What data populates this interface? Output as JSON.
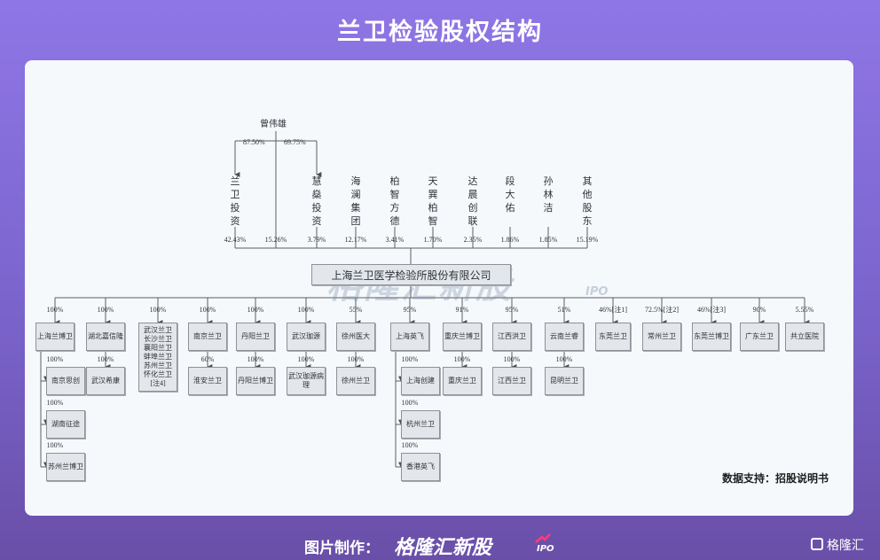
{
  "title": "兰卫检验股权结构",
  "source": "数据支持：招股说明书",
  "footer": {
    "credit_label": "图片制作：",
    "brand": "格隆汇新股",
    "ipo": "IPO",
    "logo_text": "格隆汇"
  },
  "watermark": {
    "brand": "格隆汇新股",
    "ipo": "IPO"
  },
  "founder": {
    "name": "曾伟雄",
    "left_pct": "87.50%",
    "right_pct": "69.75%"
  },
  "root": "上海兰卫医学检验所股份有限公司",
  "shareholders": [
    {
      "name": "兰卫投资",
      "pct": "42.43%"
    },
    {
      "name": "",
      "pct": "15.26%"
    },
    {
      "name": "慧燊投资",
      "pct": "3.79%"
    },
    {
      "name": "海澜集团",
      "pct": "12.17%"
    },
    {
      "name": "柏智方德",
      "pct": "3.41%"
    },
    {
      "name": "天巽柏智",
      "pct": "1.70%"
    },
    {
      "name": "达晨创联",
      "pct": "2.35%"
    },
    {
      "name": "段大佑",
      "pct": "1.86%"
    },
    {
      "name": "孙林洁",
      "pct": "1.85%"
    },
    {
      "name": "其他股东",
      "pct": "15.19%"
    }
  ],
  "subsidiaries": [
    {
      "pct": "100%",
      "name": "上海兰博卫",
      "children": [
        {
          "pct": "100%",
          "name": "南京思创"
        },
        {
          "pct": "100%",
          "name": "湖南征途"
        },
        {
          "pct": "100%",
          "name": "苏州兰博卫"
        }
      ]
    },
    {
      "pct": "100%",
      "name": "湖北嘉信隆",
      "children": [
        {
          "pct": "100%",
          "name": "武汉希康"
        }
      ]
    },
    {
      "pct": "100%",
      "name": "武汉兰卫 长沙兰卫 襄阳兰卫 蚌埠兰卫 苏州兰卫 怀化兰卫 [注4]",
      "children": []
    },
    {
      "pct": "100%",
      "name": "南京兰卫",
      "children": [
        {
          "pct": "60%",
          "name": "淮安兰卫"
        }
      ]
    },
    {
      "pct": "100%",
      "name": "丹阳兰卫",
      "children": [
        {
          "pct": "100%",
          "name": "丹阳兰博卫"
        }
      ]
    },
    {
      "pct": "100%",
      "name": "武汉珈源",
      "children": [
        {
          "pct": "100%",
          "name": "武汉珈源病理"
        }
      ]
    },
    {
      "pct": "55%",
      "name": "徐州医大",
      "children": [
        {
          "pct": "100%",
          "name": "徐州兰卫"
        }
      ]
    },
    {
      "pct": "95%",
      "name": "上海英飞",
      "children": [
        {
          "pct": "100%",
          "name": "上海创建"
        },
        {
          "pct": "100%",
          "name": "杭州兰卫"
        },
        {
          "pct": "100%",
          "name": "香港英飞"
        }
      ]
    },
    {
      "pct": "91%",
      "name": "重庆兰博卫",
      "children": [
        {
          "pct": "100%",
          "name": "重庆兰卫"
        }
      ]
    },
    {
      "pct": "95%",
      "name": "江西洪卫",
      "children": [
        {
          "pct": "100%",
          "name": "江西兰卫"
        }
      ]
    },
    {
      "pct": "51%",
      "name": "云南兰睿",
      "children": [
        {
          "pct": "100%",
          "name": "昆明兰卫"
        }
      ]
    },
    {
      "pct": "46%[注1]",
      "name": "东莞兰卫",
      "children": []
    },
    {
      "pct": "72.5%[注2]",
      "name": "常州兰卫",
      "children": []
    },
    {
      "pct": "46%[注3]",
      "name": "东莞兰博卫",
      "children": []
    },
    {
      "pct": "90%",
      "name": "广东兰卫",
      "children": []
    },
    {
      "pct": "5.55%",
      "name": "共立医院",
      "children": []
    }
  ]
}
